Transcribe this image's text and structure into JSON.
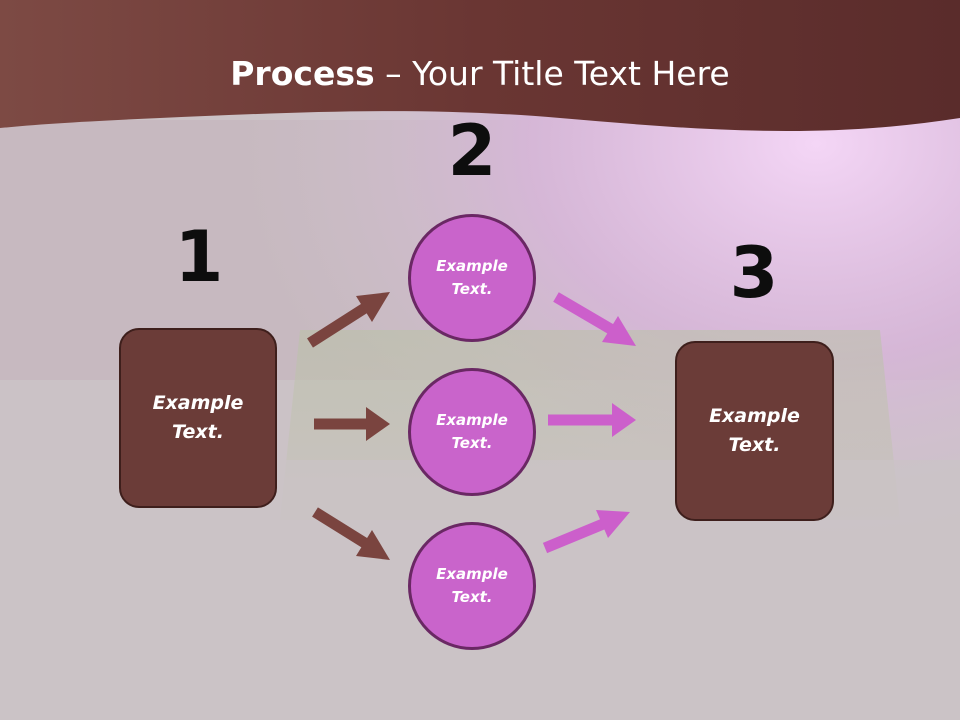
{
  "title": {
    "bold": "Process",
    "rest": " – Your Title Text Here"
  },
  "step_numbers": [
    "1",
    "2",
    "3"
  ],
  "left_box": {
    "line1": "Example",
    "line2": "Text."
  },
  "right_box": {
    "line1": "Example",
    "line2": "Text."
  },
  "circles": [
    {
      "line1": "Example",
      "line2": "Text."
    },
    {
      "line1": "Example",
      "line2": "Text."
    },
    {
      "line1": "Example",
      "line2": "Text."
    }
  ],
  "colors": {
    "box_fill": "#6b3c38",
    "circle_fill": "#c964cb",
    "arrow_brown": "#7a443f",
    "arrow_pink": "#cc5fcb",
    "header_band": "#6e3a36"
  }
}
